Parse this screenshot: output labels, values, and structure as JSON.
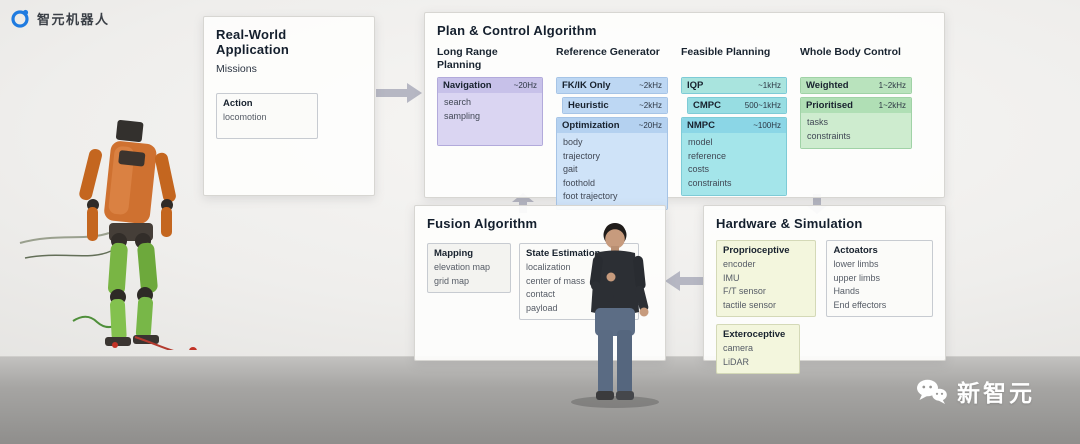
{
  "brand": {
    "logo_text": "智元机器人"
  },
  "watermark": {
    "text": "新智元"
  },
  "panels": {
    "real_world": {
      "title": "Real-World Application",
      "subtitle": "Missions",
      "action_box": {
        "title": "Action",
        "items": [
          "locomotion"
        ]
      }
    },
    "plan_control": {
      "title": "Plan & Control Algorithm",
      "columns": [
        {
          "header": "Long Range Planning",
          "boxes": [
            {
              "name": "Navigation",
              "rate": "~20Hz",
              "items": [
                "search",
                "sampling"
              ]
            }
          ]
        },
        {
          "header": "Reference Generator",
          "boxes": [
            {
              "name": "FK/IK Only",
              "rate": "~2kHz",
              "items": []
            },
            {
              "name": "Heuristic",
              "rate": "~2kHz",
              "items": []
            },
            {
              "name": "Optimization",
              "rate": "~20Hz",
              "items": [
                "body",
                "trajectory",
                "gait",
                "foothold",
                "foot trajectory"
              ]
            }
          ]
        },
        {
          "header": "Feasible Planning",
          "boxes": [
            {
              "name": "IQP",
              "rate": "~1kHz",
              "items": []
            },
            {
              "name": "CMPC",
              "rate": "500~1kHz",
              "items": []
            },
            {
              "name": "NMPC",
              "rate": "~100Hz",
              "items": [
                "model",
                "reference",
                "costs",
                "constraints"
              ]
            }
          ]
        },
        {
          "header": "Whole Body Control",
          "boxes": [
            {
              "name": "Weighted",
              "rate": "1~2kHz",
              "items": []
            },
            {
              "name": "Prioritised",
              "rate": "1~2kHz",
              "items": [
                "tasks",
                "constraints"
              ]
            }
          ]
        }
      ]
    },
    "fusion": {
      "title": "Fusion Algorithm",
      "boxes": [
        {
          "name": "Mapping",
          "items": [
            "elevation map",
            "grid map"
          ]
        },
        {
          "name": "State Estimation",
          "items": [
            "localization",
            "center of mass",
            "contact",
            "payload"
          ]
        }
      ]
    },
    "hardware": {
      "title": "Hardware & Simulation",
      "boxes": [
        {
          "name": "Proprioceptive",
          "items": [
            "encoder",
            "IMU",
            "F/T sensor",
            "tactile sensor"
          ]
        },
        {
          "name": "Actoators",
          "items": [
            "lower limbs",
            "upper limbs",
            "Hands",
            "End effectors"
          ]
        },
        {
          "name": "Exteroceptive",
          "items": [
            "camera",
            "LiDAR"
          ]
        }
      ]
    }
  },
  "colors": {
    "long_range_accent": "#c7c1e9",
    "reference_accent": "#bdd7f3",
    "feasible_accent": "#8bd6e6",
    "whole_body_accent": "#b9e3bd",
    "hardware_accent": "#f3f6dd",
    "brand_blue": "#1f7be0",
    "arrow_gray": "#b6b7c3"
  }
}
